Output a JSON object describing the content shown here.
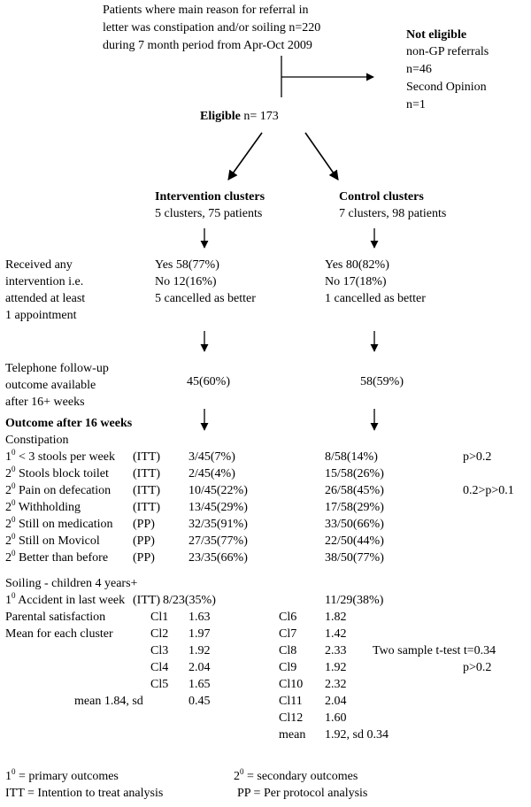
{
  "top": {
    "line1": "Patients where main reason for referral in",
    "line2": "letter was constipation and/or soiling n=220",
    "line3": "during 7 month period from Apr-Oct 2009"
  },
  "not_eligible": {
    "title": "Not eligible",
    "l1": "non-GP referrals",
    "l2": "n=46",
    "l3": "Second Opinion",
    "l4": "n=1"
  },
  "eligible": {
    "label": "Eligible",
    "value": "n= 173"
  },
  "intervention": {
    "title": "Intervention clusters",
    "sub": "5 clusters, 75 patients"
  },
  "control": {
    "title": "Control clusters",
    "sub": "7 clusters, 98 patients"
  },
  "received": {
    "label": [
      "Received any",
      "intervention i.e.",
      "attended at least",
      "1 appointment"
    ],
    "int": [
      "Yes 58(77%)",
      "No 12(16%)",
      "5 cancelled as better"
    ],
    "ctl": [
      "Yes 80(82%)",
      "No 17(18%)",
      "1 cancelled as better"
    ]
  },
  "telephone": {
    "label": [
      "Telephone follow-up",
      "outcome available",
      "after 16+ weeks"
    ],
    "int": "45(60%)",
    "ctl": "58(59%)"
  },
  "outcome_heading": "Outcome after 16 weeks",
  "constipation_heading": "Constipation",
  "rows": [
    {
      "sup": "1",
      "label": "< 3 stools per week",
      "tag": "(ITT)",
      "int": "3/45(7%)",
      "ctl": "8/58(14%)",
      "p": "p>0.2"
    },
    {
      "sup": "2",
      "label": "Stools block toilet",
      "tag": "(ITT)",
      "int": "2/45(4%)",
      "ctl": "15/58(26%)",
      "p": ""
    },
    {
      "sup": "2",
      "label": "Pain on defecation",
      "tag": "(ITT)",
      "int": "10/45(22%)",
      "ctl": "26/58(45%)",
      "p": "0.2>p>0.1"
    },
    {
      "sup": "2",
      "label": "Withholding",
      "tag": "(ITT)",
      "int": "13/45(29%)",
      "ctl": "17/58(29%)",
      "p": ""
    },
    {
      "sup": "2",
      "label": "Still on medication",
      "tag": "(PP)",
      "int": "32/35(91%)",
      "ctl": "33/50(66%)",
      "p": ""
    },
    {
      "sup": "2",
      "label": "Still on Movicol",
      "tag": "(PP)",
      "int": "27/35(77%)",
      "ctl": "22/50(44%)",
      "p": ""
    },
    {
      "sup": "2",
      "label": "Better than before",
      "tag": "(PP)",
      "int": "23/35(66%)",
      "ctl": "38/50(77%)",
      "p": ""
    }
  ],
  "soiling_heading": "Soiling - children 4 years+",
  "accident": {
    "sup": "1",
    "label": "Accident in last week",
    "tag": "(ITT)",
    "int": "8/23(35%)",
    "ctl": "11/29(38%)"
  },
  "satisfaction": {
    "label1": "Parental satisfaction",
    "label2": "Mean for each cluster",
    "int": [
      {
        "c": "Cl1",
        "v": "1.63"
      },
      {
        "c": "Cl2",
        "v": "1.97"
      },
      {
        "c": "Cl3",
        "v": "1.92"
      },
      {
        "c": "Cl4",
        "v": "2.04"
      },
      {
        "c": "Cl5",
        "v": "1.65"
      }
    ],
    "int_mean_label": "mean 1.84, sd",
    "int_mean_val": "0.45",
    "ctl": [
      {
        "c": "Cl6",
        "v": "1.82"
      },
      {
        "c": "Cl7",
        "v": "1.42"
      },
      {
        "c": "Cl8",
        "v": "2.33"
      },
      {
        "c": "Cl9",
        "v": "1.92"
      },
      {
        "c": "Cl10",
        "v": "2.32"
      },
      {
        "c": "Cl11",
        "v": "2.04"
      },
      {
        "c": "Cl12",
        "v": "1.60"
      }
    ],
    "ctl_mean_label": "mean",
    "ctl_mean_val": "1.92, sd 0.34",
    "ttest": "Two sample t-test t=0.34",
    "ttest_p": "p>0.2"
  },
  "footnotes": {
    "primary_sup": "0",
    "primary_num": "1",
    "primary": "= primary outcomes",
    "secondary_sup": "0",
    "secondary_num": "2",
    "secondary": "= secondary outcomes",
    "itt": "ITT = Intention to treat analysis",
    "pp": "PP = Per protocol analysis"
  }
}
